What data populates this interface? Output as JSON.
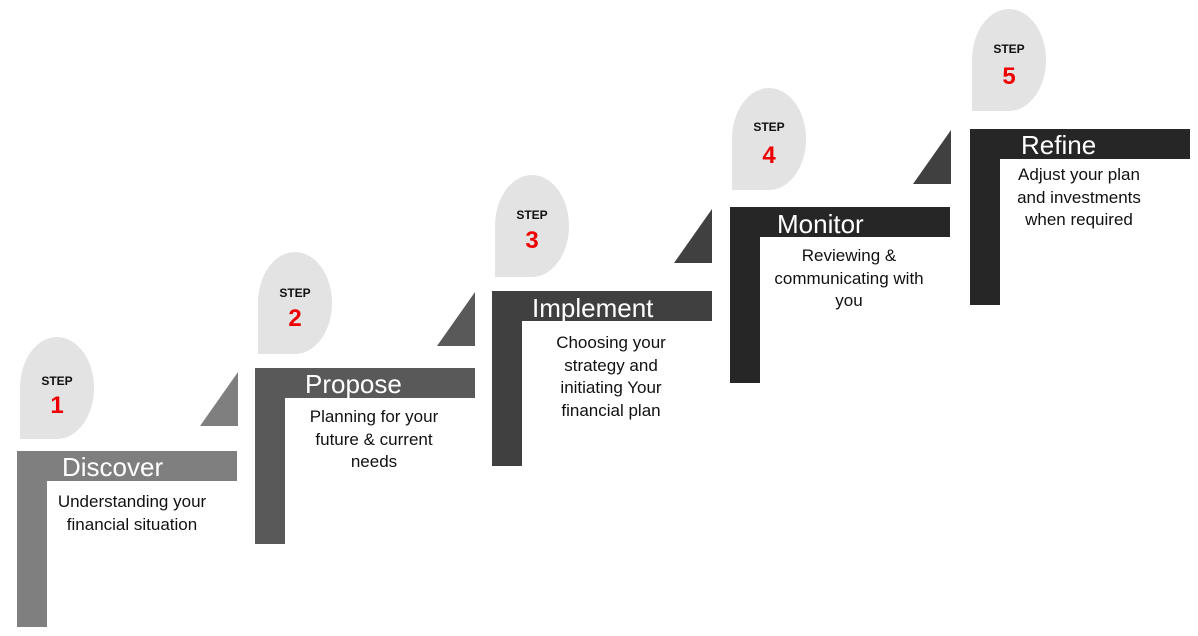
{
  "steps": [
    {
      "step_label": "STEP",
      "number": "1",
      "title": "Discover",
      "description": "Understanding your financial situation",
      "color": "#7f7f7f"
    },
    {
      "step_label": "STEP",
      "number": "2",
      "title": "Propose",
      "description": "Planning for your future & current needs",
      "color": "#595959"
    },
    {
      "step_label": "STEP",
      "number": "3",
      "title": "Implement",
      "description": "Choosing your strategy and initiating Your financial plan",
      "color": "#404040"
    },
    {
      "step_label": "STEP",
      "number": "4",
      "title": "Monitor",
      "description": "Reviewing & communicating with you",
      "color": "#262626"
    },
    {
      "step_label": "STEP",
      "number": "5",
      "title": "Refine",
      "description": "Adjust your plan and investments when required",
      "color": "#262626"
    }
  ],
  "colors": {
    "bubble": "#e3e3e3",
    "step_number": "#ee0000"
  }
}
